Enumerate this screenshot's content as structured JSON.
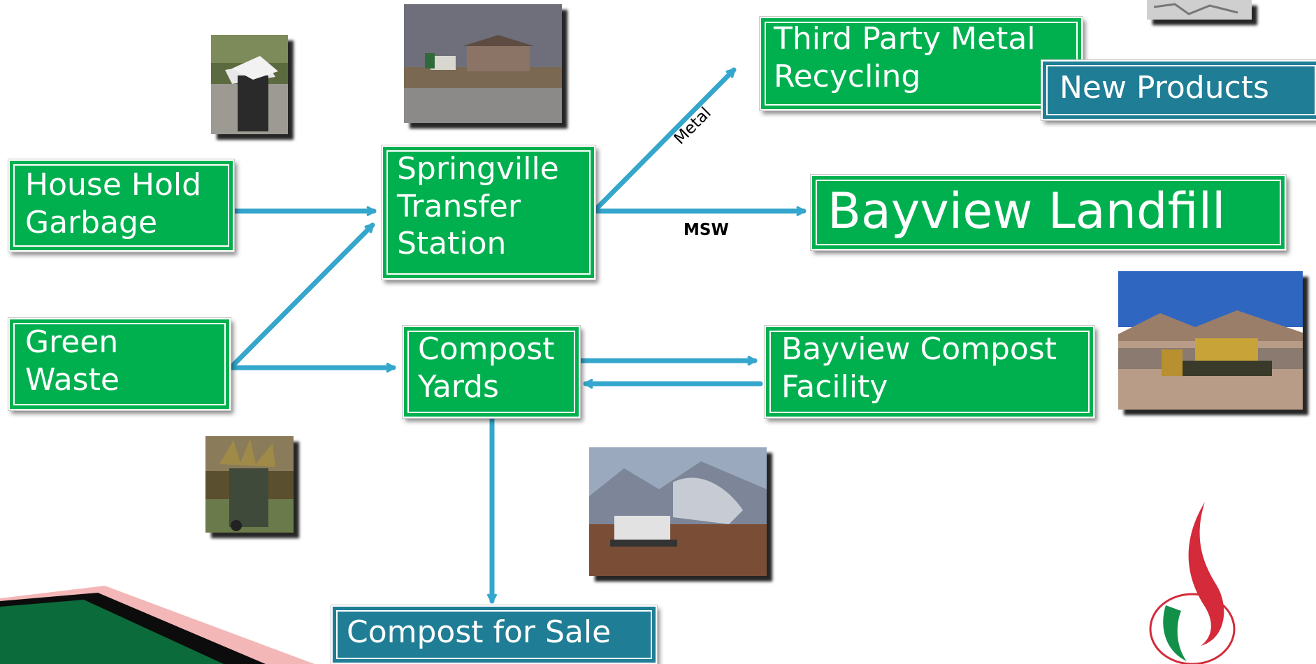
{
  "nodes": {
    "household_garbage": "House Hold\nGarbage",
    "green_waste": "Green\nWaste",
    "transfer_station": "Springville\nTransfer\nStation",
    "compost_yards": "Compost\nYards",
    "third_party_metal": "Third Party Metal\nRecycling",
    "new_products": "New Products",
    "bayview_landfill": "Bayview Landfill",
    "bayview_compost": "Bayview Compost\nFacility",
    "compost_for_sale": "Compost for Sale"
  },
  "edges": {
    "metal": "Metal",
    "msw": "MSW"
  },
  "colors": {
    "box_green": "#00b04f",
    "box_teal": "#1f7e95",
    "arrow": "#35a6cc"
  },
  "images": [
    "garbage-can-photo",
    "transfer-station-photo",
    "yard-waste-bin-photo",
    "grinder-photo",
    "bulldozer-landfill-photo",
    "metal-scrap-photo",
    "flame-logo"
  ]
}
